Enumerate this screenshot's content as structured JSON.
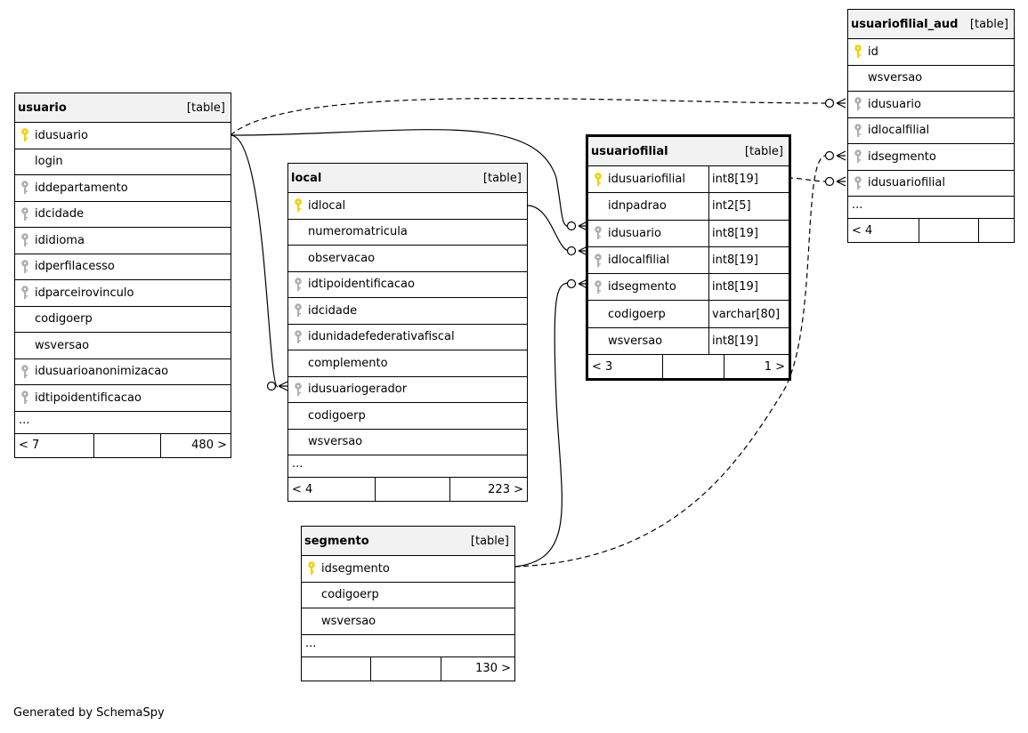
{
  "tables": {
    "usuario": {
      "name": "usuario",
      "tag": "[table]",
      "columns": [
        "idusuario",
        "login",
        "iddepartamento",
        "idcidade",
        "ididioma",
        "idperfilacesso",
        "idparceirovinculo",
        "codigoerp",
        "wsversao",
        "idusuarioanonimizacao",
        "idtipoidentificacao"
      ],
      "more": "...",
      "footer": {
        "left": "< 7",
        "mid": "",
        "right": "480 >"
      }
    },
    "local": {
      "name": "local",
      "tag": "[table]",
      "columns": [
        "idlocal",
        "numeromatricula",
        "observacao",
        "idtipoidentificacao",
        "idcidade",
        "idunidadefederativafiscal",
        "complemento",
        "idusuariogerador",
        "codigoerp",
        "wsversao"
      ],
      "more": "...",
      "footer": {
        "left": "< 4",
        "mid": "",
        "right": "223 >"
      }
    },
    "usuariofilial": {
      "name": "usuariofilial",
      "tag": "[table]",
      "columns": [
        "idusuariofilial",
        "idnpadrao",
        "idusuario",
        "idlocalfilial",
        "idsegmento",
        "codigoerp",
        "wsversao"
      ],
      "types": [
        "int8[19]",
        "int2[5]",
        "int8[19]",
        "int8[19]",
        "int8[19]",
        "varchar[80]",
        "int8[19]"
      ],
      "footer": {
        "left": "< 3",
        "mid": "",
        "right": "1 >"
      }
    },
    "usuariofilial_aud": {
      "name": "usuariofilial_aud",
      "tag": "[table]",
      "columns": [
        "id",
        "wsversao",
        "idusuario",
        "idlocalfilial",
        "idsegmento",
        "idusuariofilial"
      ],
      "more": "...",
      "footer": {
        "left": "< 4",
        "mid": "",
        "right": ""
      }
    },
    "segmento": {
      "name": "segmento",
      "tag": "[table]",
      "columns": [
        "idsegmento",
        "codigoerp",
        "wsversao"
      ],
      "more": "...",
      "footer": {
        "left": "",
        "mid": "",
        "right": "130 >"
      }
    }
  },
  "footer_note": "Generated by SchemaSpy",
  "colors": {
    "primary_key": "#f2d200",
    "foreign_key": "#b0b0b0",
    "border": "#000000",
    "header_bg": "#f2f2f2"
  }
}
